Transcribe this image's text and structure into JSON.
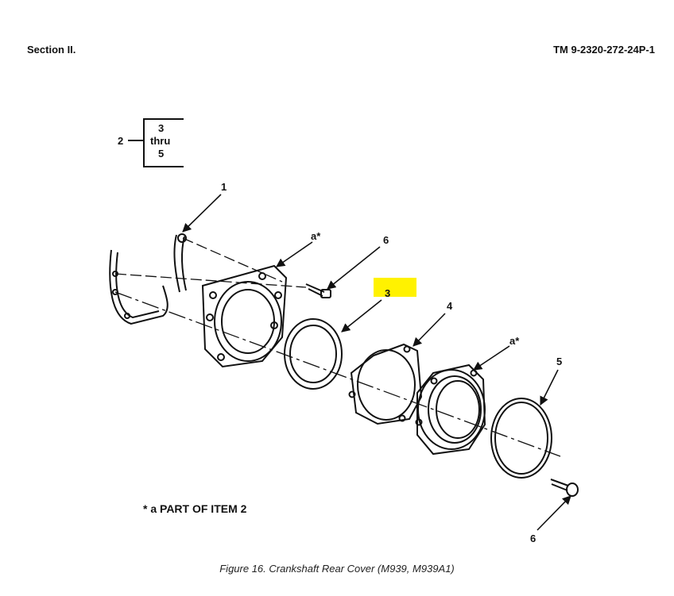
{
  "header": {
    "section": "Section II.",
    "manual": "TM 9-2320-272-24P-1"
  },
  "bracket": {
    "item": "2",
    "line1": "3",
    "line2": "thru",
    "line3": "5"
  },
  "callouts": {
    "c1": "1",
    "a_star_top": "a*",
    "c6_top": "6",
    "c3": "3",
    "c4": "4",
    "a_star_right": "a*",
    "c5": "5",
    "c6_bottom": "6"
  },
  "colors": {
    "highlight": "#fff200",
    "line": "#111111"
  },
  "note": "* a PART OF ITEM 2",
  "caption": "Figure 16.  Crankshaft Rear Cover (M939, M939A1)"
}
